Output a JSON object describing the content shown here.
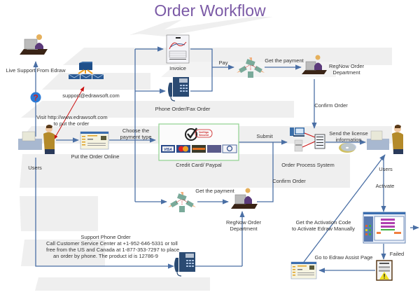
{
  "title": "Order Workflow",
  "colors": {
    "title": "#7b5aa6",
    "connector": "#4a6fa5",
    "red_connector": "#cc1111",
    "background_stripe": "#eeeeee",
    "credit_box_border": "#8fd18f"
  },
  "nodes": {
    "live_support": {
      "label": "Live Support From Edraw",
      "icon": "support-agent-icon"
    },
    "help": {
      "icon": "question-mark-icon"
    },
    "email": {
      "label": "support@edrawsoft.com",
      "icon": "email-distribution-icon"
    },
    "users_left": {
      "label": "Users",
      "icon": "user-at-computer-icon"
    },
    "visit_note": {
      "line1": "Visit http://www.edrawsoft.com",
      "line2": "to put the order"
    },
    "order_online": {
      "label": "Put the Order Online",
      "icon": "web-page-icon"
    },
    "choose_payment": {
      "line1": "Choose the",
      "line2": "payment type"
    },
    "invoice": {
      "label": "Invoice",
      "icon": "invoice-icon"
    },
    "phone_fax": {
      "label": "Phone Order/Fax Order",
      "icon": "telephone-icon"
    },
    "pay": {
      "label": "Pay",
      "icon": "money-hands-icon"
    },
    "get_payment_top": {
      "label": "Get the payment"
    },
    "regnow_top": {
      "line1": "RegNow Order",
      "line2": "Department",
      "icon": "support-agent-icon"
    },
    "confirm_order_top": {
      "label": "Confirm Order"
    },
    "credit_card": {
      "label": "Credit Card/ Paypal",
      "icon": "payment-cards-icon",
      "badge": "VeriSign Secured",
      "cards": [
        "VISA",
        "MasterCard",
        "Discover",
        "AmEx",
        "Diners Club"
      ]
    },
    "submit": {
      "label": "Submit"
    },
    "order_process": {
      "label": "Order Process System",
      "icon": "server-system-icon"
    },
    "send_license": {
      "line1": "Send the license",
      "line2": "information",
      "icon": "cd-disc-icon"
    },
    "users_right": {
      "label": "Users",
      "icon": "user-at-computer-icon"
    },
    "activate": {
      "label": "Activate"
    },
    "get_payment_bottom": {
      "label": "Get the payment",
      "icon": "money-hands-icon"
    },
    "regnow_bottom": {
      "line1": "RegNow Order",
      "line2": "Department",
      "icon": "support-agent-icon"
    },
    "confirm_order_bottom": {
      "label": "Confirm Order"
    },
    "activation_code": {
      "line1": "Get the Activation Code",
      "line2": "to Activate Edraw Manually"
    },
    "software_screen": {
      "icon": "software-window-icon"
    },
    "failed": {
      "label": "Failed"
    },
    "warning_doc": {
      "icon": "warning-document-icon"
    },
    "assist_page": {
      "label": "Go to Edraw Assist Page",
      "icon": "web-page-icon"
    },
    "support_phone": {
      "title": "Support Phone Order",
      "line1": "Call Customer Service Center at +1-952-646-5331 or toll",
      "line2": "free from the US and Canada at 1-877-353-7297 to place",
      "line3": "an order by phone. The product id is 12786-9",
      "icon": "telephone-icon"
    }
  }
}
